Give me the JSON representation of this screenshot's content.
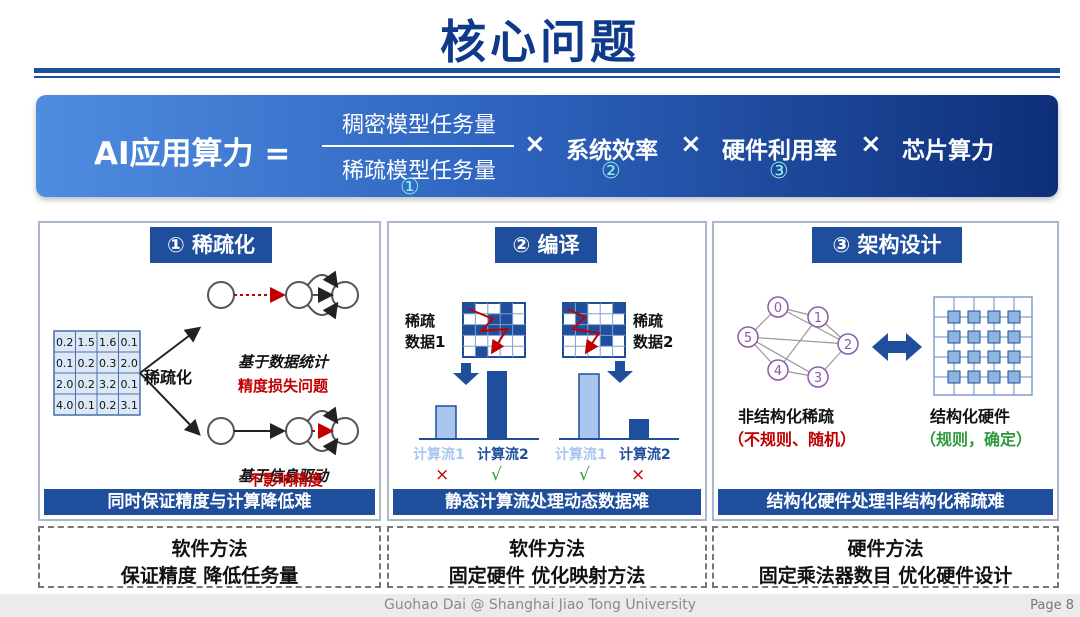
{
  "title": "核心问题",
  "formula": {
    "lhs": "AI应用算力 =",
    "numerator": "稠密模型任务量",
    "denominator": "稀疏模型任务量",
    "circle1": "①",
    "times": "×",
    "term2": "系统效率",
    "circle2": "②",
    "term3": "硬件利用率",
    "circle3": "③",
    "term4": "芯片算力"
  },
  "panels": [
    {
      "header": "① 稀疏化",
      "footer": "同时保证精度与计算降低难",
      "matrix": [
        [
          "0.2",
          "1.5",
          "1.6",
          "0.1"
        ],
        [
          "0.1",
          "0.2",
          "0.3",
          "2.0"
        ],
        [
          "2.0",
          "0.2",
          "3.2",
          "0.1"
        ],
        [
          "4.0",
          "0.1",
          "0.2",
          "3.1"
        ]
      ],
      "arrow_label": "稀疏化",
      "top_label": "基于数据统计",
      "top_sub": "精度损失问题",
      "bottom_label": "基于信息驱动",
      "bottom_sub": "不影响精度"
    },
    {
      "header": "② 编译",
      "footer": "静态计算流处理动态数据难",
      "data1_line1": "稀疏",
      "data1_line2": "数据1",
      "data2_line1": "稀疏",
      "data2_line2": "数据2",
      "flow1": "计算流1",
      "flow2": "计算流2",
      "cross": "×",
      "check": "√"
    },
    {
      "header": "③ 架构设计",
      "footer": "结构化硬件处理非结构化稀疏难",
      "nodes": [
        "0",
        "1",
        "2",
        "3",
        "4",
        "5"
      ],
      "left_label": "非结构化稀疏",
      "left_sub": "（不规则、随机）",
      "right_label": "结构化硬件",
      "right_sub": "（规则，确定）"
    }
  ],
  "methods": [
    {
      "line1": "软件方法",
      "line2": "保证精度 降低任务量"
    },
    {
      "line1": "软件方法",
      "line2": "固定硬件 优化映射方法"
    },
    {
      "line1": "硬件方法",
      "line2": "固定乘法器数目 优化硬件设计"
    }
  ],
  "footer": {
    "credit": "Guohao Dai @ Shanghai Jiao Tong University",
    "page": "Page 8"
  },
  "colors": {
    "navy": "#1f4e9c",
    "light_blue": "#a9c7ee",
    "red": "#c00000",
    "green": "#2e9a3c",
    "purple": "#8e5aa8",
    "grid_node": "#8fb4de"
  }
}
